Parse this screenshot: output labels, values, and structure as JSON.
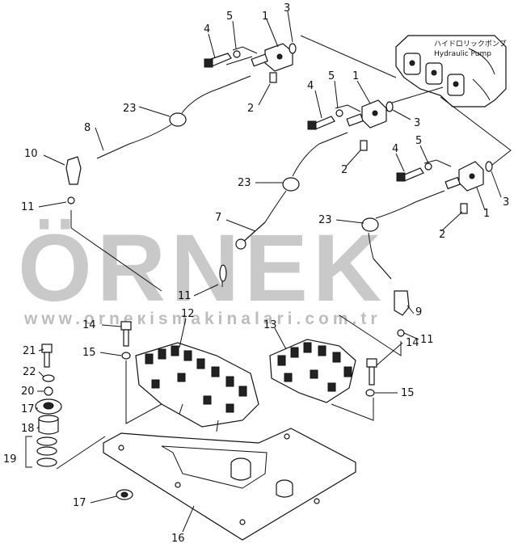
{
  "watermark": {
    "brand": "ÖRNEK",
    "url": "www.orneкismakinalari.com.tr"
  },
  "pump_label": {
    "japanese": "ハイドロリックポンプ",
    "english": "Hydraulic Pump"
  },
  "callouts": {
    "c1a": "1",
    "c1b": "1",
    "c1c": "1",
    "c2a": "2",
    "c2b": "2",
    "c2c": "2",
    "c3a": "3",
    "c3b": "3",
    "c3c": "3",
    "c4a": "4",
    "c4b": "4",
    "c4c": "4",
    "c5a": "5",
    "c5b": "5",
    "c5c": "5",
    "c7": "7",
    "c8": "8",
    "c9": "9",
    "c10": "10",
    "c11a": "11",
    "c11b": "11",
    "c11c": "11",
    "c12": "12",
    "c13": "13",
    "c14a": "14",
    "c14b": "14",
    "c15a": "15",
    "c15b": "15",
    "c16": "16",
    "c17a": "17",
    "c17b": "17",
    "c18": "18",
    "c19": "19",
    "c20": "20",
    "c21": "21",
    "c22": "22",
    "c23a": "23",
    "c23b": "23",
    "c23c": "23"
  }
}
